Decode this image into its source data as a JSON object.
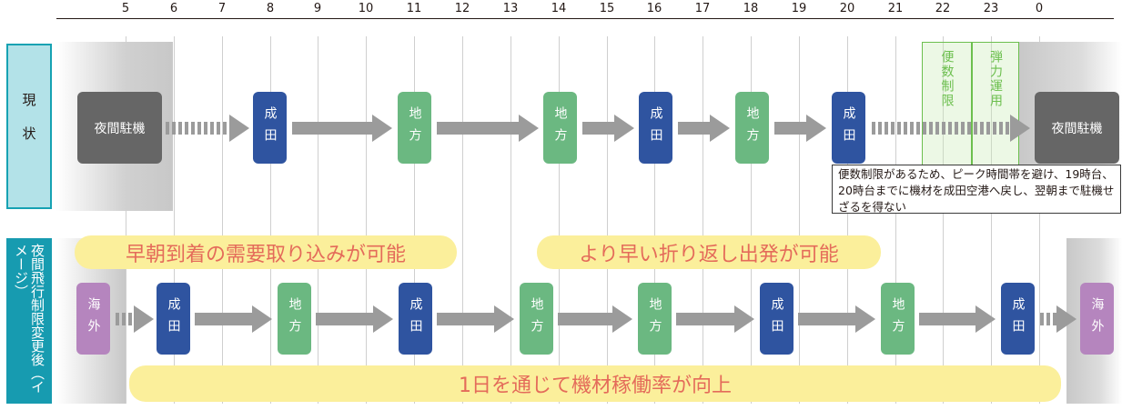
{
  "hours": [
    "5",
    "6",
    "7",
    "8",
    "9",
    "10",
    "11",
    "12",
    "13",
    "14",
    "15",
    "16",
    "17",
    "18",
    "19",
    "20",
    "21",
    "22",
    "23",
    "0"
  ],
  "colors": {
    "narita": "#2f54a0",
    "regional": "#6bb881",
    "overseas": "#b585be",
    "night": "#666666",
    "arrow": "#9b9b9b",
    "pill_bg": "#fbef9b",
    "pill_text": "#e46b5a",
    "side_current_bg": "#b3e2e8",
    "side_after_bg": "#179bb0"
  },
  "side": {
    "current": "現状",
    "after": "夜間飛行制限変更後（イメージ）"
  },
  "row1": {
    "night_left": "夜間駐機",
    "night_right": "夜間駐機",
    "nodes": [
      {
        "label": "成田",
        "type": "narita"
      },
      {
        "label": "地方",
        "type": "regional"
      },
      {
        "label": "地方",
        "type": "regional"
      },
      {
        "label": "成田",
        "type": "narita"
      },
      {
        "label": "地方",
        "type": "regional"
      },
      {
        "label": "成田",
        "type": "narita"
      }
    ],
    "restriction_box": "便数制限",
    "flex_box": "弾力運用",
    "note": "便数制限があるため、ピーク時間帯を避け、19時台、20時台までに機材を成田空港へ戻し、翌朝まで駐機せざるを得ない"
  },
  "row2": {
    "overseas_left": "海外",
    "overseas_right": "海外",
    "nodes": [
      {
        "label": "成田",
        "type": "narita"
      },
      {
        "label": "地方",
        "type": "regional"
      },
      {
        "label": "成田",
        "type": "narita"
      },
      {
        "label": "地方",
        "type": "regional"
      },
      {
        "label": "地方",
        "type": "regional"
      },
      {
        "label": "成田",
        "type": "narita"
      },
      {
        "label": "地方",
        "type": "regional"
      },
      {
        "label": "成田",
        "type": "narita"
      }
    ],
    "pill_early": "早朝到着の需要取り込みが可能",
    "pill_depart": "より早い折り返し出発が可能",
    "pill_bottom": "1日を通じて機材稼働率が向上"
  }
}
